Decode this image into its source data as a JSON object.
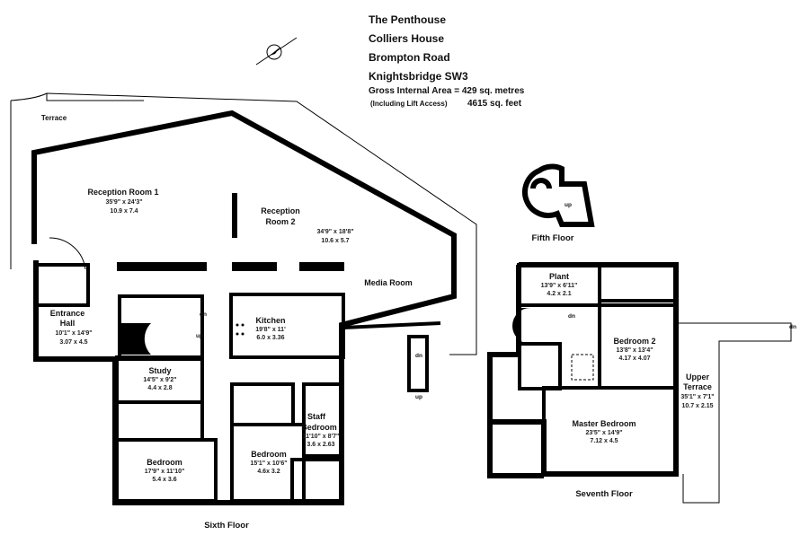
{
  "header": {
    "line1": "The Penthouse",
    "line2": "Colliers House",
    "line3": "Brompton Road",
    "line4": "Knightsbridge SW3",
    "gross_area": "Gross Internal Area = 429 sq. metres",
    "lift_note": "(Including Lift Access)",
    "sq_feet": "4615 sq. feet"
  },
  "sixth_floor": {
    "label": "Sixth Floor",
    "terrace": "Terrace",
    "reception1": {
      "name": "Reception Room 1",
      "imperial": "35'9\" x 24'3\"",
      "metric": "10.9 x 7.4"
    },
    "reception2": {
      "name1": "Reception",
      "name2": "Room 2",
      "imperial": "34'9\" x 18'8\"",
      "metric": "10.6 x 5.7"
    },
    "media": {
      "name": "Media Room"
    },
    "entrance": {
      "name1": "Entrance",
      "name2": "Hall",
      "imperial": "10'1\" x 14'9\"",
      "metric": "3.07 x 4.5"
    },
    "kitchen": {
      "name": "Kitchen",
      "imperial": "19'8\" x 11'",
      "metric": "6.0 x 3.36"
    },
    "study": {
      "name": "Study",
      "imperial": "14'5\" x 9'2\"",
      "metric": "4.4 x 2.8"
    },
    "bedroom_a": {
      "name": "Bedroom",
      "imperial": "17'9\" x 11'10\"",
      "metric": "5.4 x 3.6"
    },
    "bedroom_b": {
      "name": "Bedroom",
      "imperial": "15'1\" x 10'6\"",
      "metric": "4.6x 3.2"
    },
    "staff": {
      "name1": "Staff",
      "name2": "Bedroom",
      "imperial": "11'10\" x 8'7\"",
      "metric": "3.6 x 2.63"
    },
    "dn": "dn",
    "up": "up"
  },
  "fifth_floor": {
    "label": "Fifth Floor",
    "up": "up"
  },
  "seventh_floor": {
    "label": "Seventh Floor",
    "plant": {
      "name": "Plant",
      "imperial": "13'9\" x 6'11\"",
      "metric": "4.2 x 2.1"
    },
    "bedroom2": {
      "name": "Bedroom 2",
      "imperial": "13'8\" x 13'4\"",
      "metric": "4.17 x 4.07"
    },
    "master": {
      "name": "Master Bedroom",
      "imperial": "23'5\" x 14'9\"",
      "metric": "7.12 x 4.5"
    },
    "terrace": {
      "name1": "Upper",
      "name2": "Terrace",
      "imperial": "35'1\" x 7'1\"",
      "metric": "10.7 x 2.15"
    },
    "dn": "dn"
  }
}
